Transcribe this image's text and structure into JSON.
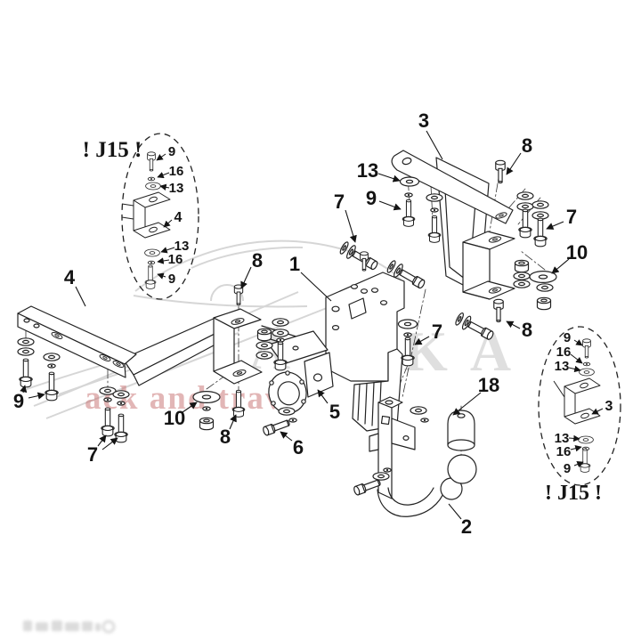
{
  "figure": {
    "inset_note": "! J15 !",
    "watermark_red_text": "ack and trav",
    "watermark_letters": [
      "A",
      "K",
      "A"
    ],
    "parts": {
      "n1": "1",
      "n2": "2",
      "n3": "3",
      "n4": "4",
      "n5": "5",
      "n6": "6",
      "n7": "7",
      "n8": "8",
      "n9": "9",
      "n10": "10",
      "n13": "13",
      "n16": "16",
      "n18": "18"
    }
  }
}
